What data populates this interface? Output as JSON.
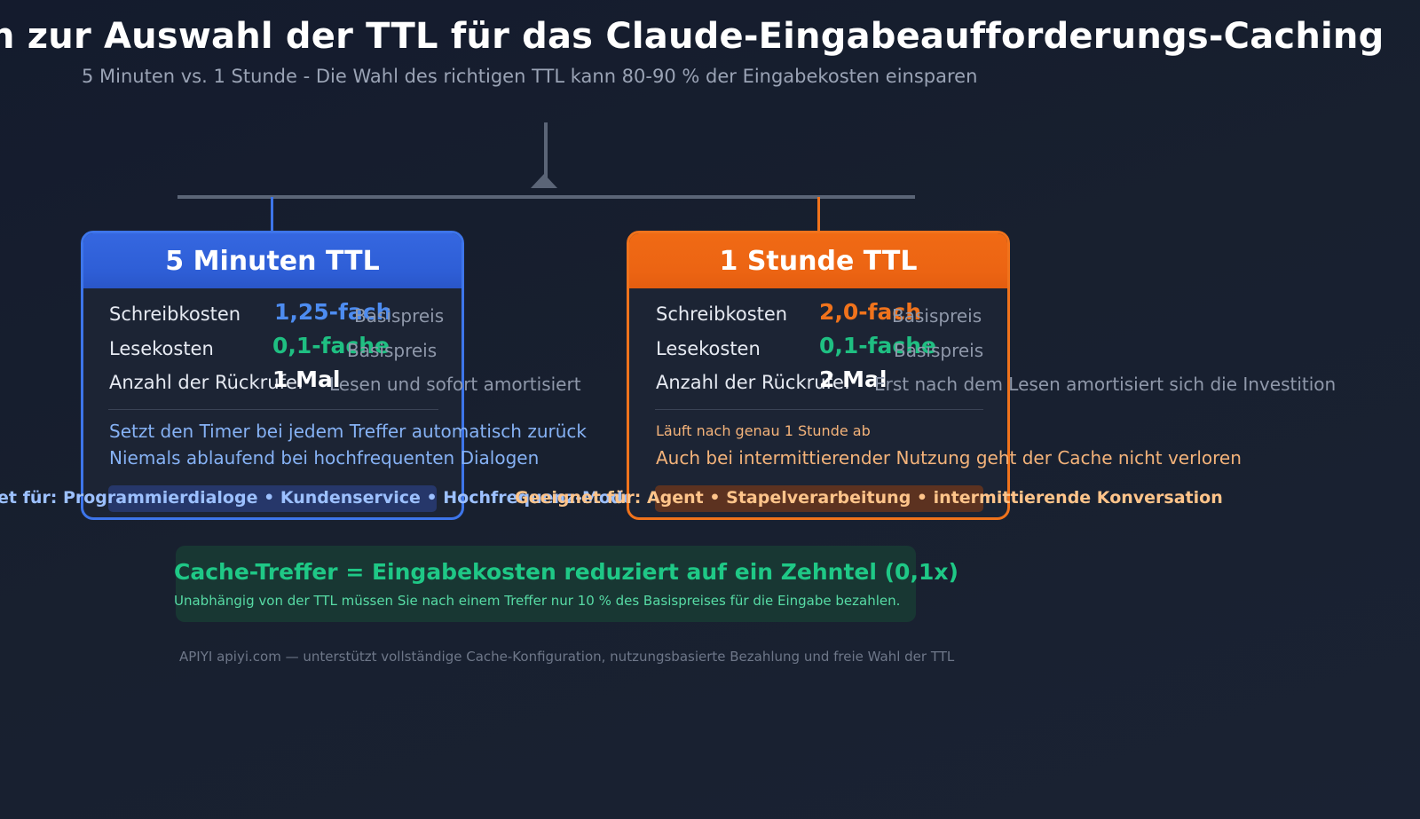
{
  "header": {
    "title": "n zur Auswahl der TTL für das Claude-Eingabeaufforderungs-Caching",
    "subtitle": "5 Minuten vs. 1 Stunde  -  Die Wahl des richtigen TTL kann 80-90 % der Eingabekosten einsparen"
  },
  "colors": {
    "background": "#161d2d",
    "blue_accent": "#3d75ea",
    "orange_accent": "#f0731c",
    "green_accent": "#1fbf82",
    "connector": "#5b6577"
  },
  "left": {
    "title": "5 Minuten TTL",
    "write_label": "Schreibkosten",
    "write_value": "1,25-fach",
    "write_note": "Basispreis",
    "read_label": "Lesekosten",
    "read_value": "0,1-fache",
    "read_note": "Basispreis",
    "calls_label": "Anzahl der Rückrufe:",
    "calls_value": "1 Mal",
    "calls_note": "Lesen und sofort amortisiert",
    "feature1": "Setzt den Timer bei jedem Treffer automatisch zurück",
    "feature2": "Niemals ablaufend bei hochfrequenten Dialogen",
    "tags": "et für: Programmierdialoge  •  Kundenservice  •  Hochfrequenz-Modellaufruf"
  },
  "right": {
    "title": "1 Stunde TTL",
    "write_label": "Schreibkosten",
    "write_value": "2,0-fach",
    "write_note": "Basispreis",
    "read_label": "Lesekosten",
    "read_value": "0,1-fache",
    "read_note": "Basispreis",
    "calls_label": "Anzahl der Rückrufe:",
    "calls_value": "2 Mal",
    "calls_note": "Erst nach dem Lesen amortisiert sich die Investition",
    "feature1": "Läuft nach genau 1 Stunde ab",
    "feature2": "Auch bei intermittierender Nutzung geht der Cache nicht verloren",
    "tags": "Geeignet für: Agent  •  Stapelverarbeitung  •  intermittierende Konversation"
  },
  "banner": {
    "headline": "Cache-Treffer = Eingabekosten reduziert auf ein Zehntel (0,1x)",
    "detail": "Unabhängig von der TTL müssen Sie nach einem Treffer nur 10 % des Basispreises für die Eingabe bezahlen."
  },
  "footer": {
    "text": "APIYI apiyi.com — unterstützt vollständige Cache-Konfiguration, nutzungsbasierte Bezahlung und freie Wahl der TTL"
  }
}
